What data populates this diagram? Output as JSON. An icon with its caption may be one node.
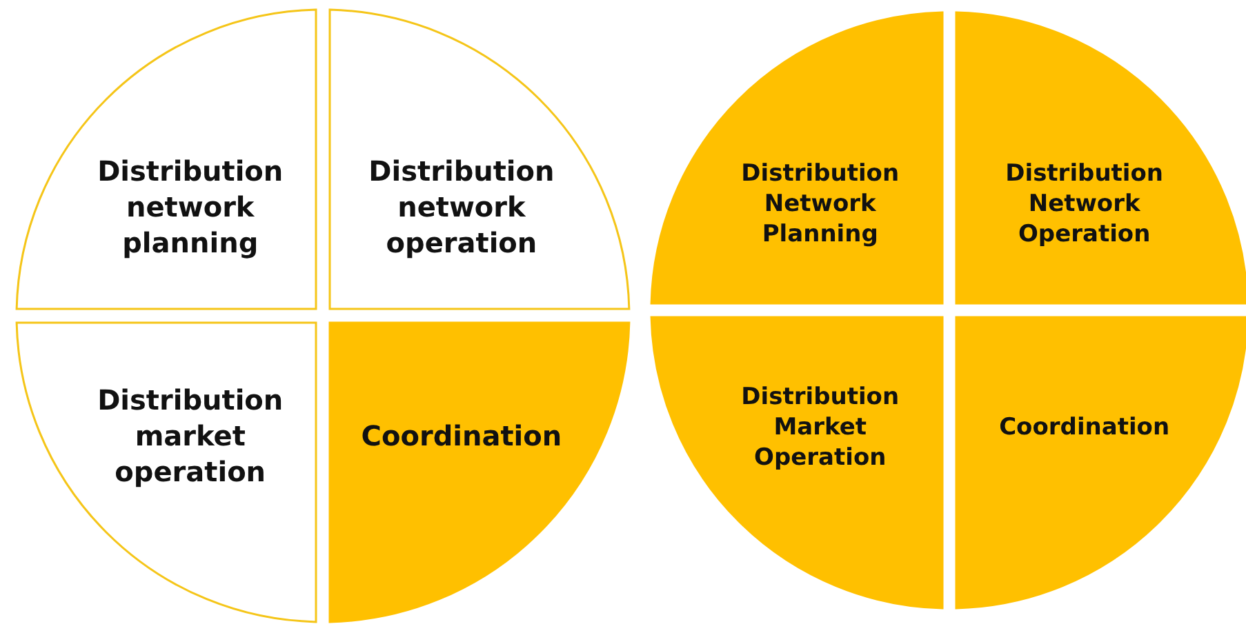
{
  "diagram": {
    "nodes": [
      {
        "text": [
          "Distribution network planning"
        ]
      },
      {
        "text": [
          "Distribution network operation"
        ]
      },
      {
        "text": [
          "Distribution market operation"
        ]
      },
      {
        "text": [
          "Coordination"
        ]
      },
      {
        "text": [
          "Distribution Network Planning"
        ]
      },
      {
        "text": [
          "Distribution Network Operation"
        ]
      },
      {
        "text": [
          "Distribution Market Operation"
        ]
      },
      {
        "text": [
          "Coordination"
        ]
      }
    ]
  }
}
